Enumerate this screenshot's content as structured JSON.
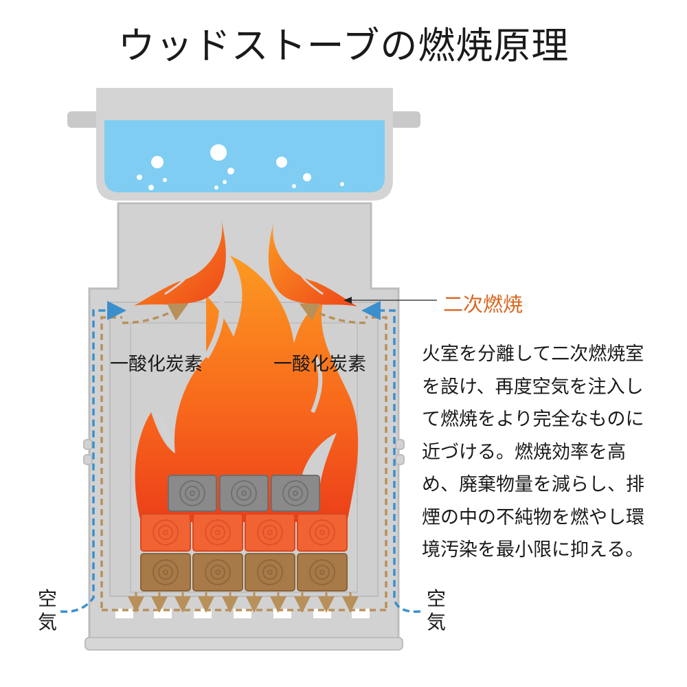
{
  "title": "ウッドストーブの燃焼原理",
  "labels": {
    "co_left": "一酸化炭素",
    "co_right": "一酸化炭素",
    "secondary_combustion": "二次燃焼",
    "air_left": "空気",
    "air_right": "空気"
  },
  "description": "火室を分離して二次燃焼室を設け、再度空気を注入して燃焼をより完全なものに近づける。燃焼効率を高め、廃棄物量を減らし、排煙の中の不純物を燃やし環境汚染を最小限に抑える。",
  "colors": {
    "water": "#7fcdf2",
    "flame_outer": "#fb8a1c",
    "flame_inner": "#f04b1a",
    "stove_body": "#d2d2d2",
    "stove_outline": "#b5b5b5",
    "airflow_blue": "#3b8fcc",
    "airflow_brown": "#b8905a",
    "wood_gray": "#8a8a8a",
    "wood_red": "#f26333",
    "wood_brown": "#a87a48",
    "label_orange": "#d9661f"
  }
}
